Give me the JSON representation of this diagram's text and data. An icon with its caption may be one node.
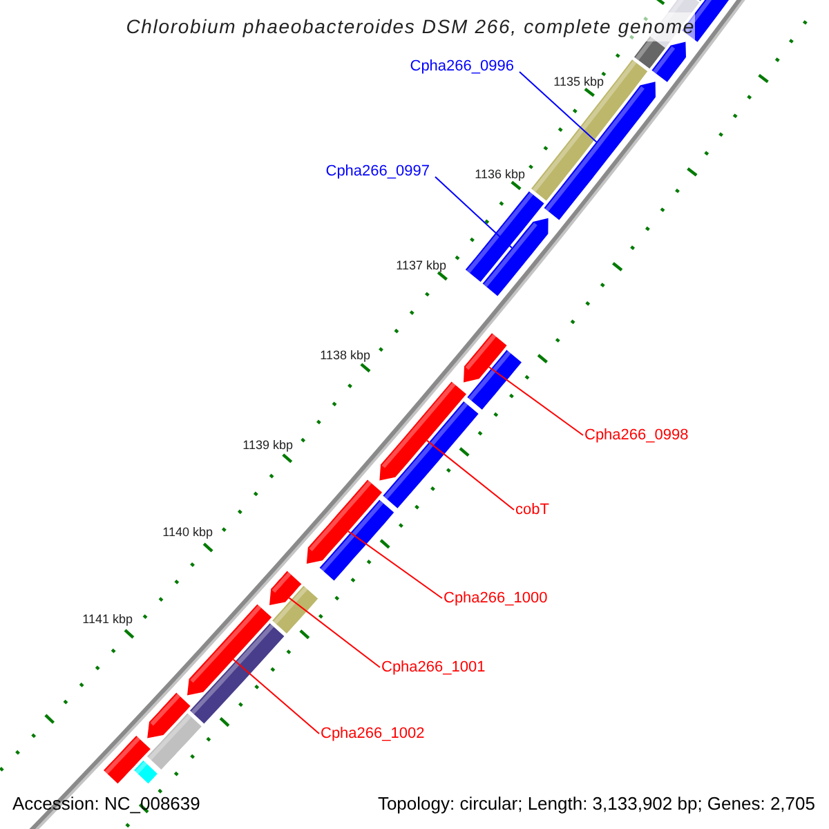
{
  "diagram": {
    "title": "Chlorobium phaeobacteroides DSM 266, complete genome",
    "nodes": [
      {
        "text": [
          "Cpha266_0996"
        ]
      },
      {
        "text": [],
        "shape": "bar"
      },
      {
        "text": [
          "Cpha266_0997"
        ]
      },
      {
        "text": [],
        "shape": "bar"
      },
      {
        "text": [],
        "shape": "bar"
      },
      {
        "text": [
          "Cpha266_0998"
        ]
      },
      {
        "text": [],
        "shape": "bar"
      },
      {
        "text": [
          "cobT"
        ]
      },
      {
        "text": [],
        "shape": "bar"
      },
      {
        "text": [
          "Cpha266_1000"
        ]
      },
      {
        "text": [],
        "shape": "bar"
      },
      {
        "text": [
          "Cpha266_1001"
        ]
      },
      {
        "text": [],
        "shape": "bar"
      },
      {
        "text": [
          "Cpha266_1002"
        ]
      },
      {
        "text": [],
        "shape": "bar"
      },
      {
        "text": [],
        "shape": "bar"
      },
      {
        "text": [],
        "shape": "bar"
      },
      {
        "text": [],
        "shape": "bar"
      },
      {
        "text": [],
        "shape": "bar"
      },
      {
        "text": [],
        "shape": "bar"
      },
      {
        "text": [],
        "shape": "bar"
      },
      {
        "text": [],
        "shape": "bar"
      },
      {
        "text": [],
        "shape": "bar"
      },
      {
        "text": [],
        "shape": "bar"
      },
      {
        "text": [],
        "shape": "bar"
      },
      {
        "text": [],
        "shape": "bar"
      },
      {
        "text": [],
        "shape": "bar"
      },
      {
        "text": [],
        "shape": "bar"
      },
      {
        "text": [],
        "shape": "bar"
      },
      {
        "text": [],
        "shape": "bar"
      }
    ],
    "edges": [
      {
        "from": 0,
        "to": 1,
        "arrow": "none",
        "color": "#0000ff"
      },
      {
        "from": 2,
        "to": 3,
        "arrow": "none",
        "color": "#0000ff"
      },
      {
        "from": 5,
        "to": 4,
        "arrow": "none"
      },
      {
        "from": 7,
        "to": 6,
        "arrow": "none"
      },
      {
        "from": 9,
        "to": 8,
        "arrow": "none"
      },
      {
        "from": 11,
        "to": 10,
        "arrow": "none"
      },
      {
        "from": 13,
        "to": 12,
        "arrow": "none"
      }
    ],
    "labels": [
      "1135 kbp",
      "1136 kbp",
      "1137 kbp",
      "1138 kbp",
      "1139 kbp",
      "1140 kbp",
      "1141 kbp",
      "Accession: NC_008639",
      "Topology: circular; Length: 3,133,902 bp; Genes: 2,705"
    ]
  }
}
